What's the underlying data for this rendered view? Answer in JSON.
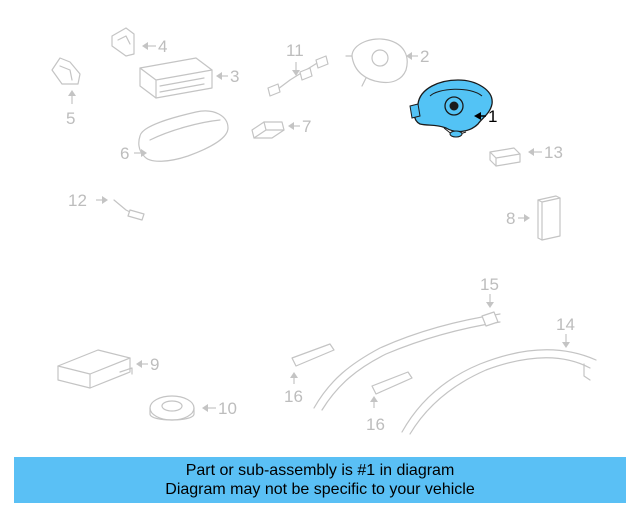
{
  "diagram": {
    "highlight_color": "#53c3f5",
    "callouts": [
      "1",
      "2",
      "3",
      "4",
      "5",
      "6",
      "7",
      "8",
      "9",
      "10",
      "11",
      "12",
      "13",
      "14",
      "15",
      "16",
      "16"
    ]
  },
  "banner": {
    "line1": "Part or sub-assembly is #1 in diagram",
    "line2": "Diagram may not be specific to your vehicle",
    "color": "#5ac0f5"
  }
}
